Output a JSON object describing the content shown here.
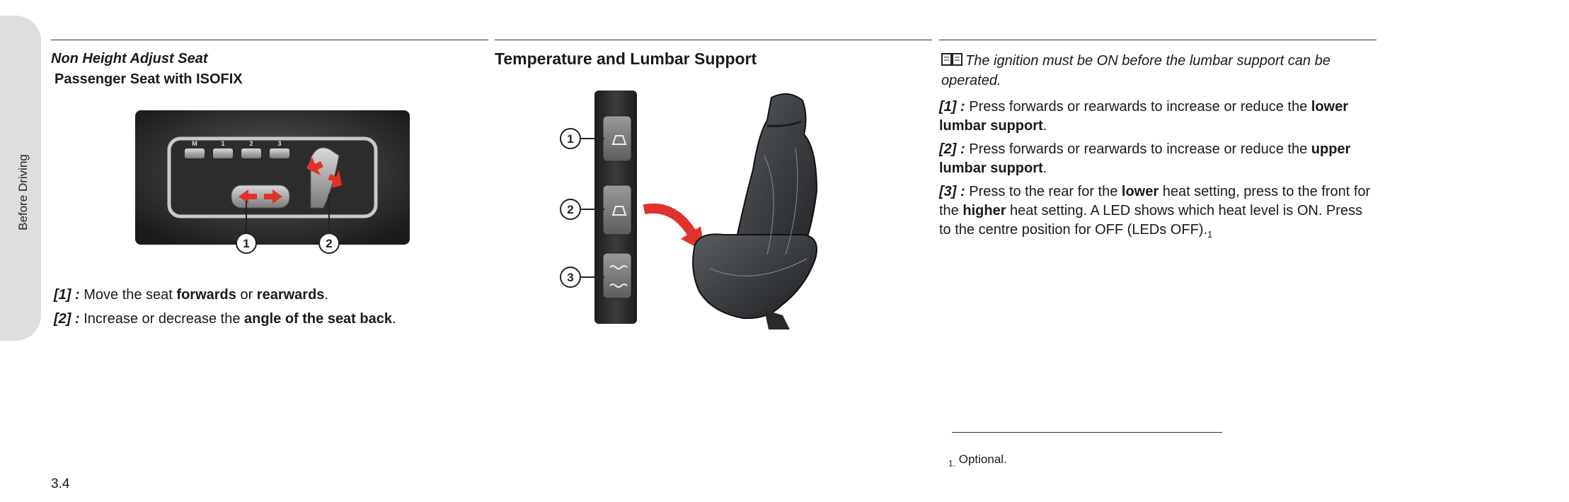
{
  "side_tab": {
    "label": "Before Driving"
  },
  "left": {
    "title": "Non Height Adjust Seat",
    "subtitle": "Passenger Seat with ISOFIX",
    "figure": {
      "buttons": [
        "M",
        "1",
        "2",
        "3"
      ],
      "callouts": [
        "1",
        "2"
      ]
    },
    "items": [
      {
        "tag": "[1] :",
        "pre": "Move the seat ",
        "b1": "forwards",
        "mid": " or ",
        "b2": "rearwards",
        "post": "."
      },
      {
        "tag": "[2] :",
        "pre": "Increase or decrease the ",
        "b1": "angle of the seat back",
        "post": "."
      }
    ]
  },
  "middle": {
    "title": "Temperature and Lumbar Support",
    "figure": {
      "callouts": [
        "1",
        "2",
        "3"
      ]
    }
  },
  "right": {
    "note": "The ignition must be ON before the lumbar support can be operated.",
    "items": [
      {
        "tag": "[1] :",
        "pre": "Press forwards or rearwards to increase or reduce the ",
        "b1": "lower lumbar support",
        "post": "."
      },
      {
        "tag": "[2] :",
        "pre": "Press forwards or rearwards to increase or reduce the ",
        "b1": "upper lumbar support",
        "post": "."
      },
      {
        "tag": "[3] :",
        "pre": "Press to the rear for the ",
        "b1": "lower",
        "mid": " heat setting, press to the front for the ",
        "b2": "higher",
        "post": " heat setting. A LED shows which heat level is ON. Press to the centre position for OFF (LEDs OFF).",
        "ref": "1"
      }
    ]
  },
  "footnote": {
    "marker": "1.",
    "text": "Optional."
  },
  "page_number": "3.4"
}
